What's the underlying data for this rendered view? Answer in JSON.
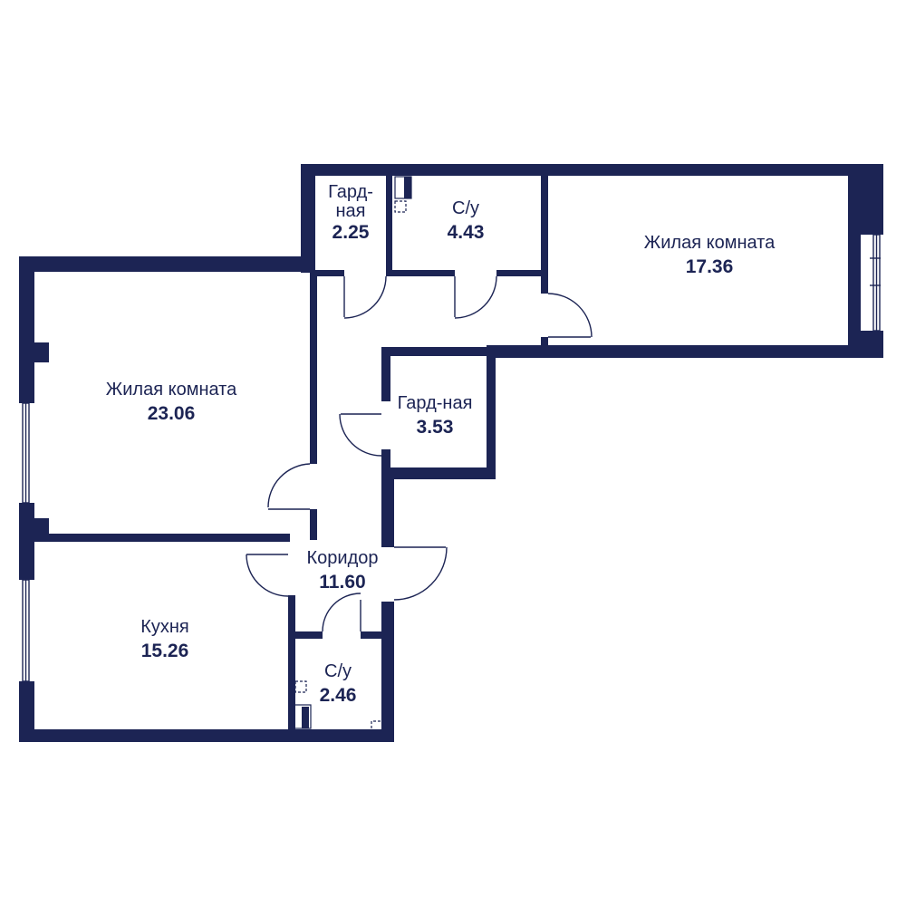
{
  "colors": {
    "wall": "#1c2454",
    "background": "#ffffff"
  },
  "rooms": [
    {
      "key": "living_left",
      "name": "Жилая комната",
      "area": "23.06"
    },
    {
      "key": "kitchen",
      "name": "Кухня",
      "area": "15.26"
    },
    {
      "key": "wardrobe_top",
      "name": "Гард-\nная",
      "area": "2.25"
    },
    {
      "key": "bath_top",
      "name": "С/у",
      "area": "4.43"
    },
    {
      "key": "living_right",
      "name": "Жилая комната",
      "area": "17.36"
    },
    {
      "key": "wardrobe_mid",
      "name": "Гард-ная",
      "area": "3.53"
    },
    {
      "key": "corridor",
      "name": "Коридор",
      "area": "11.60"
    },
    {
      "key": "bath_bottom",
      "name": "С/у",
      "area": "2.46"
    }
  ]
}
